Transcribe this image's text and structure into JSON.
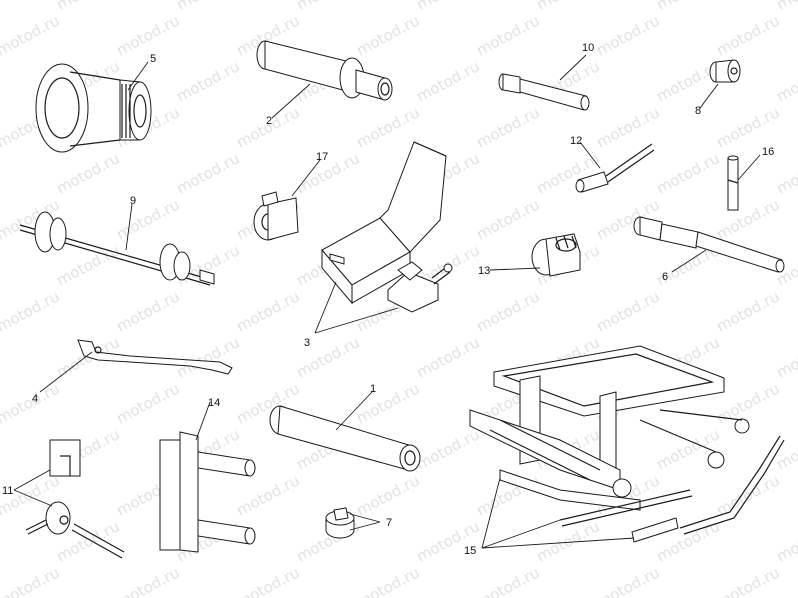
{
  "watermark": "motod.ru",
  "callouts": {
    "c1": "1",
    "c2": "2",
    "c3": "3",
    "c4": "4",
    "c5": "5",
    "c6": "6",
    "c7": "7",
    "c8": "8",
    "c9": "9",
    "c10": "10",
    "c11": "11",
    "c12": "12",
    "c13": "13",
    "c14": "14",
    "c15": "15",
    "c16": "16",
    "c17": "17"
  }
}
